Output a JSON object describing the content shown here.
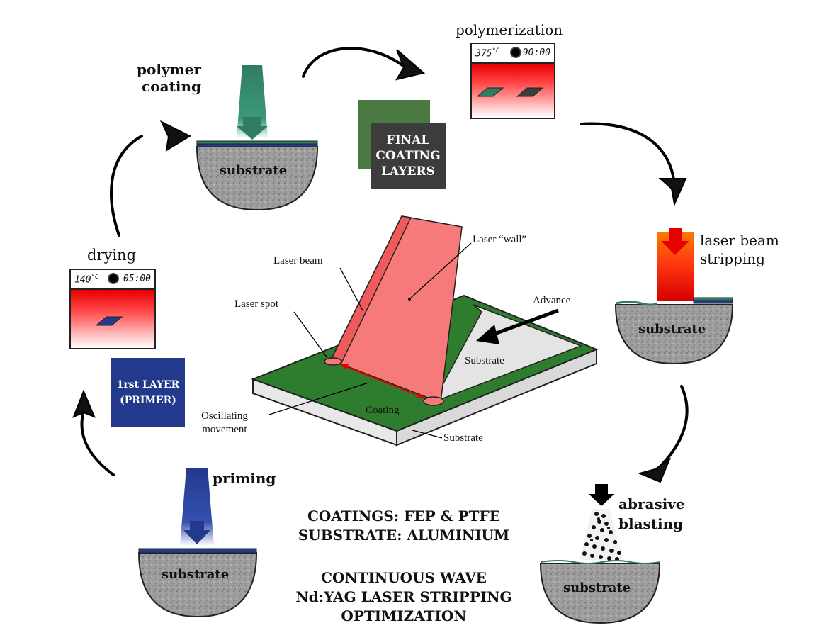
{
  "steps": {
    "polymer_coating": "polymer\ncoating",
    "polymerization": "polymerization",
    "drying": "drying",
    "laser_beam_stripping": "laser beam\nstripping",
    "abrasive_blasting": "abrasive\nblasting",
    "priming": "priming"
  },
  "substrate_label": "substrate",
  "ovens": {
    "polymerization": {
      "temp": "375",
      "unit": "°C",
      "time": "90:00"
    },
    "drying": {
      "temp": "140",
      "unit": "°C",
      "time": "05:00"
    }
  },
  "boxes": {
    "final_coating": "FINAL\nCOATING\nLAYERS",
    "primer": "1rst LAYER\n(PRIMER)"
  },
  "center_diagram": {
    "laser_wall": "Laser “wall”",
    "laser_beam": "Laser beam",
    "laser_spot": "Laser spot",
    "advance": "Advance",
    "substrate_top": "Substrate",
    "oscillating": "Oscillating\nmovement",
    "coating": "Coating",
    "substrate_side": "Substrate"
  },
  "summary": {
    "line1": "COATINGS: FEP & PTFE",
    "line2": "SUBSTRATE: ALUMINIUM",
    "line3": "CONTINUOUS WAVE",
    "line4": "Nd:YAG LASER STRIPPING",
    "line5": "OPTIMIZATION"
  },
  "colors": {
    "coating_green": "#2e7d2e",
    "primer_blue": "#233a8c",
    "final_gray": "#3c3c3c",
    "laser_pink": "#f77a7a",
    "laser_red": "#e60000",
    "substrate_gray": "#9a9a9a"
  }
}
